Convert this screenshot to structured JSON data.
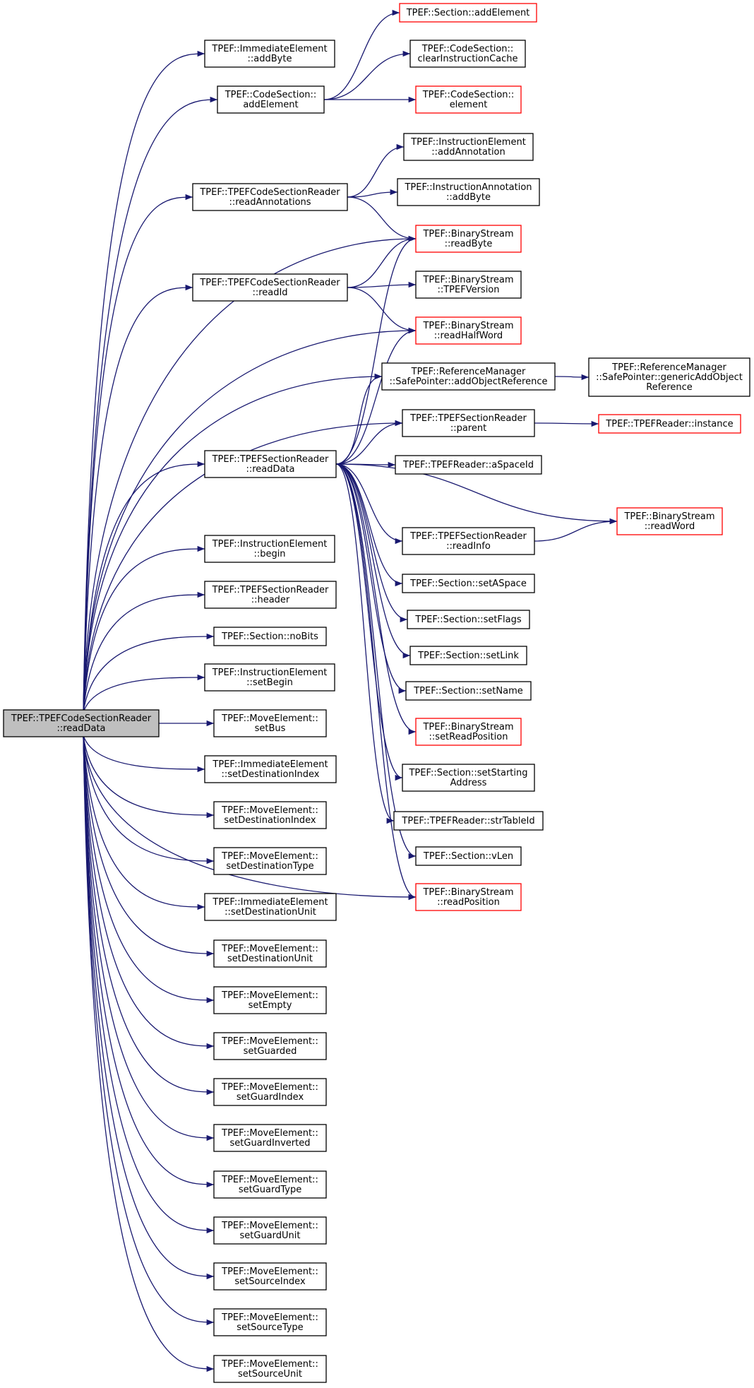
{
  "colors": {
    "edge": "#191970",
    "node_border": "#000000",
    "truncated_node_border": "#ff0000",
    "root_fill": "#bfbfbf"
  },
  "nodes": [
    {
      "id": "root",
      "lines": [
        "TPEF::TPEFCodeSectionReader",
        "::readData"
      ],
      "style": "root"
    },
    {
      "id": "immAddByte",
      "lines": [
        "TPEF::ImmediateElement",
        "::addByte"
      ],
      "style": "normal"
    },
    {
      "id": "csAddElement",
      "lines": [
        "TPEF::CodeSection::",
        "addElement"
      ],
      "style": "normal"
    },
    {
      "id": "secAddElement",
      "lines": [
        "TPEF::Section::addElement"
      ],
      "style": "truncated"
    },
    {
      "id": "clearCache",
      "lines": [
        "TPEF::CodeSection::",
        "clearInstructionCache"
      ],
      "style": "normal"
    },
    {
      "id": "csElement",
      "lines": [
        "TPEF::CodeSection::",
        "element"
      ],
      "style": "truncated"
    },
    {
      "id": "readAnnotations",
      "lines": [
        "TPEF::TPEFCodeSectionReader",
        "::readAnnotations"
      ],
      "style": "normal"
    },
    {
      "id": "addAnnotation",
      "lines": [
        "TPEF::InstructionElement",
        "::addAnnotation"
      ],
      "style": "normal"
    },
    {
      "id": "annAddByte",
      "lines": [
        "TPEF::InstructionAnnotation",
        "::addByte"
      ],
      "style": "normal"
    },
    {
      "id": "readByte",
      "lines": [
        "TPEF::BinaryStream",
        "::readByte"
      ],
      "style": "truncated"
    },
    {
      "id": "readId",
      "lines": [
        "TPEF::TPEFCodeSectionReader",
        "::readId"
      ],
      "style": "normal"
    },
    {
      "id": "tpefVersion",
      "lines": [
        "TPEF::BinaryStream",
        "::TPEFVersion"
      ],
      "style": "normal"
    },
    {
      "id": "readHalfWord",
      "lines": [
        "TPEF::BinaryStream",
        "::readHalfWord"
      ],
      "style": "truncated"
    },
    {
      "id": "addObjRef",
      "lines": [
        "TPEF::ReferenceManager",
        "::SafePointer::addObjectReference"
      ],
      "style": "normal"
    },
    {
      "id": "genericAddObj",
      "lines": [
        "TPEF::ReferenceManager",
        "::SafePointer::genericAddObject",
        "Reference"
      ],
      "style": "normal"
    },
    {
      "id": "parent",
      "lines": [
        "TPEF::TPEFSectionReader",
        "::parent"
      ],
      "style": "normal"
    },
    {
      "id": "instance",
      "lines": [
        "TPEF::TPEFReader::instance"
      ],
      "style": "truncated"
    },
    {
      "id": "secReadData",
      "lines": [
        "TPEF::TPEFSectionReader",
        "::readData"
      ],
      "style": "normal"
    },
    {
      "id": "aSpaceId",
      "lines": [
        "TPEF::TPEFReader::aSpaceId"
      ],
      "style": "normal"
    },
    {
      "id": "readWord",
      "lines": [
        "TPEF::BinaryStream",
        "::readWord"
      ],
      "style": "truncated"
    },
    {
      "id": "readInfo",
      "lines": [
        "TPEF::TPEFSectionReader",
        "::readInfo"
      ],
      "style": "normal"
    },
    {
      "id": "setASpace",
      "lines": [
        "TPEF::Section::setASpace"
      ],
      "style": "normal"
    },
    {
      "id": "setFlags",
      "lines": [
        "TPEF::Section::setFlags"
      ],
      "style": "normal"
    },
    {
      "id": "setLink",
      "lines": [
        "TPEF::Section::setLink"
      ],
      "style": "normal"
    },
    {
      "id": "setName",
      "lines": [
        "TPEF::Section::setName"
      ],
      "style": "normal"
    },
    {
      "id": "setReadPosition",
      "lines": [
        "TPEF::BinaryStream",
        "::setReadPosition"
      ],
      "style": "truncated"
    },
    {
      "id": "setStartingAddr",
      "lines": [
        "TPEF::Section::setStarting",
        "Address"
      ],
      "style": "normal"
    },
    {
      "id": "strTableId",
      "lines": [
        "TPEF::TPEFReader::strTableId"
      ],
      "style": "normal"
    },
    {
      "id": "vLen",
      "lines": [
        "TPEF::Section::vLen"
      ],
      "style": "normal"
    },
    {
      "id": "readPosition",
      "lines": [
        "TPEF::BinaryStream",
        "::readPosition"
      ],
      "style": "truncated"
    },
    {
      "id": "ieBegin",
      "lines": [
        "TPEF::InstructionElement",
        "::begin"
      ],
      "style": "normal"
    },
    {
      "id": "header",
      "lines": [
        "TPEF::TPEFSectionReader",
        "::header"
      ],
      "style": "normal"
    },
    {
      "id": "noBits",
      "lines": [
        "TPEF::Section::noBits"
      ],
      "style": "normal"
    },
    {
      "id": "setBegin",
      "lines": [
        "TPEF::InstructionElement",
        "::setBegin"
      ],
      "style": "normal"
    },
    {
      "id": "setBus",
      "lines": [
        "TPEF::MoveElement::",
        "setBus"
      ],
      "style": "normal"
    },
    {
      "id": "immSetDestIdx",
      "lines": [
        "TPEF::ImmediateElement",
        "::setDestinationIndex"
      ],
      "style": "normal"
    },
    {
      "id": "mvSetDestIdx",
      "lines": [
        "TPEF::MoveElement::",
        "setDestinationIndex"
      ],
      "style": "normal"
    },
    {
      "id": "mvSetDestType",
      "lines": [
        "TPEF::MoveElement::",
        "setDestinationType"
      ],
      "style": "normal"
    },
    {
      "id": "immSetDestUnit",
      "lines": [
        "TPEF::ImmediateElement",
        "::setDestinationUnit"
      ],
      "style": "normal"
    },
    {
      "id": "mvSetDestUnit",
      "lines": [
        "TPEF::MoveElement::",
        "setDestinationUnit"
      ],
      "style": "normal"
    },
    {
      "id": "setEmpty",
      "lines": [
        "TPEF::MoveElement::",
        "setEmpty"
      ],
      "style": "normal"
    },
    {
      "id": "setGuarded",
      "lines": [
        "TPEF::MoveElement::",
        "setGuarded"
      ],
      "style": "normal"
    },
    {
      "id": "setGuardIndex",
      "lines": [
        "TPEF::MoveElement::",
        "setGuardIndex"
      ],
      "style": "normal"
    },
    {
      "id": "setGuardInverted",
      "lines": [
        "TPEF::MoveElement::",
        "setGuardInverted"
      ],
      "style": "normal"
    },
    {
      "id": "setGuardType",
      "lines": [
        "TPEF::MoveElement::",
        "setGuardType"
      ],
      "style": "normal"
    },
    {
      "id": "setGuardUnit",
      "lines": [
        "TPEF::MoveElement::",
        "setGuardUnit"
      ],
      "style": "normal"
    },
    {
      "id": "setSourceIndex",
      "lines": [
        "TPEF::MoveElement::",
        "setSourceIndex"
      ],
      "style": "normal"
    },
    {
      "id": "setSourceType",
      "lines": [
        "TPEF::MoveElement::",
        "setSourceType"
      ],
      "style": "normal"
    },
    {
      "id": "setSourceUnit",
      "lines": [
        "TPEF::MoveElement::",
        "setSourceUnit"
      ],
      "style": "normal"
    }
  ],
  "edges": [
    [
      "root",
      "immAddByte"
    ],
    [
      "root",
      "csAddElement"
    ],
    [
      "root",
      "readAnnotations"
    ],
    [
      "root",
      "readByte"
    ],
    [
      "root",
      "readId"
    ],
    [
      "root",
      "readHalfWord"
    ],
    [
      "root",
      "addObjRef"
    ],
    [
      "root",
      "parent"
    ],
    [
      "root",
      "secReadData"
    ],
    [
      "root",
      "readPosition"
    ],
    [
      "root",
      "ieBegin"
    ],
    [
      "root",
      "header"
    ],
    [
      "root",
      "noBits"
    ],
    [
      "root",
      "setBegin"
    ],
    [
      "root",
      "setBus"
    ],
    [
      "root",
      "immSetDestIdx"
    ],
    [
      "root",
      "mvSetDestIdx"
    ],
    [
      "root",
      "mvSetDestType"
    ],
    [
      "root",
      "immSetDestUnit"
    ],
    [
      "root",
      "mvSetDestUnit"
    ],
    [
      "root",
      "setEmpty"
    ],
    [
      "root",
      "setGuarded"
    ],
    [
      "root",
      "setGuardIndex"
    ],
    [
      "root",
      "setGuardInverted"
    ],
    [
      "root",
      "setGuardType"
    ],
    [
      "root",
      "setGuardUnit"
    ],
    [
      "root",
      "setSourceIndex"
    ],
    [
      "root",
      "setSourceType"
    ],
    [
      "root",
      "setSourceUnit"
    ],
    [
      "csAddElement",
      "secAddElement"
    ],
    [
      "csAddElement",
      "clearCache"
    ],
    [
      "csAddElement",
      "csElement"
    ],
    [
      "readAnnotations",
      "addAnnotation"
    ],
    [
      "readAnnotations",
      "annAddByte"
    ],
    [
      "readAnnotations",
      "readByte"
    ],
    [
      "readId",
      "readByte"
    ],
    [
      "readId",
      "tpefVersion"
    ],
    [
      "readId",
      "readHalfWord"
    ],
    [
      "addObjRef",
      "genericAddObj"
    ],
    [
      "parent",
      "instance"
    ],
    [
      "secReadData",
      "readByte"
    ],
    [
      "secReadData",
      "readHalfWord"
    ],
    [
      "secReadData",
      "addObjRef"
    ],
    [
      "secReadData",
      "parent"
    ],
    [
      "secReadData",
      "aSpaceId"
    ],
    [
      "secReadData",
      "readWord"
    ],
    [
      "secReadData",
      "readInfo"
    ],
    [
      "secReadData",
      "setASpace"
    ],
    [
      "secReadData",
      "setFlags"
    ],
    [
      "secReadData",
      "setLink"
    ],
    [
      "secReadData",
      "setName"
    ],
    [
      "secReadData",
      "setReadPosition"
    ],
    [
      "secReadData",
      "setStartingAddr"
    ],
    [
      "secReadData",
      "strTableId"
    ],
    [
      "secReadData",
      "vLen"
    ],
    [
      "secReadData",
      "readPosition"
    ],
    [
      "readInfo",
      "readWord"
    ]
  ]
}
